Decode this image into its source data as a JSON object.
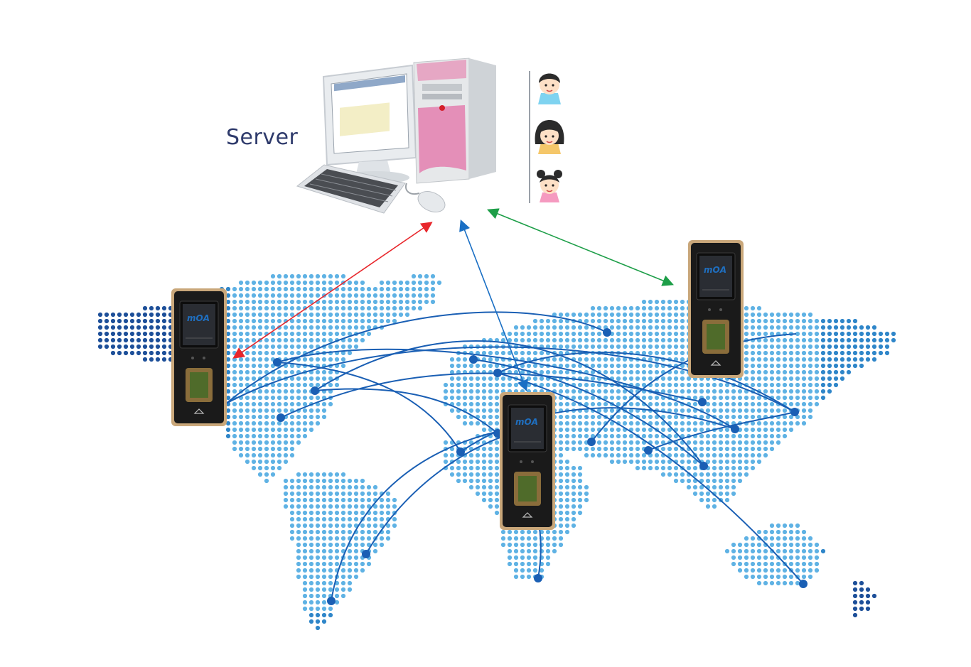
{
  "server": {
    "label": "Server"
  },
  "users": [
    {
      "icon": "boy-avatar-icon",
      "shirt": "#7fd3f0"
    },
    {
      "icon": "girl-avatar-icon",
      "shirt": "#f5c76a"
    },
    {
      "icon": "girl-buns-avatar-icon",
      "shirt": "#f59ac0"
    }
  ],
  "devices": [
    {
      "name": "terminal-west",
      "brand": "mOA",
      "arrow_color": "#e8262b"
    },
    {
      "name": "terminal-center",
      "brand": "mOA",
      "arrow_color": "#1a6fc4"
    },
    {
      "name": "terminal-east",
      "brand": "mOA",
      "arrow_color": "#1d9e48"
    }
  ],
  "colors": {
    "map_dark": "#1d4f99",
    "map_mid": "#2f86c9",
    "map_light": "#5fb2e4",
    "link": "#1a5fb4",
    "device_body": "#1a1a1a",
    "device_frame": "#c9a77a"
  }
}
